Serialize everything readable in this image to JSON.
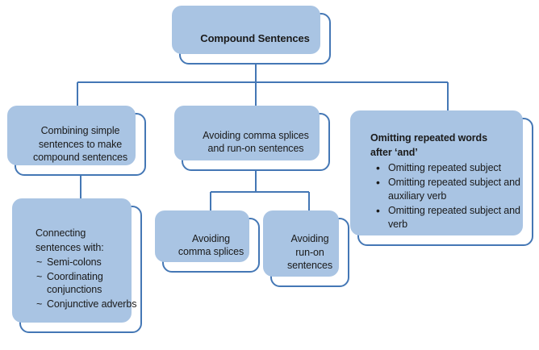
{
  "diagram": {
    "title": "Compound Sentences",
    "theme": {
      "border_color": "#4477B5",
      "shadow_color": "#A9C4E3",
      "line_color": "#4477B5",
      "background": "#FFFFFF",
      "text_color": "#1A1A1A"
    },
    "root": {
      "label": "Compound Sentences"
    },
    "branches": {
      "left": {
        "node1": {
          "line1": "Combining simple",
          "line2": "sentences to make",
          "line3": "compound sentences"
        },
        "node2": {
          "heading_line1": "Connecting",
          "heading_line2": "sentences with:",
          "bullet_marker": "~",
          "items": [
            "Semi-colons",
            "Coordinating conjunctions",
            "Conjunctive adverbs"
          ]
        }
      },
      "middle": {
        "node1": {
          "line1": "Avoiding comma splices",
          "line2": "and run-on sentences"
        },
        "node2": {
          "line1": "Avoiding",
          "line2": "comma splices"
        },
        "node3": {
          "line1": "Avoiding",
          "line2": "run-on",
          "line3": "sentences"
        }
      },
      "right": {
        "node1": {
          "heading_line1": "Omitting repeated words",
          "heading_line2": "after ‘and’",
          "bullet_marker": "•",
          "items": [
            "Omitting repeated subject",
            "Omitting repeated subject and auxiliary verb",
            "Omitting repeated subject and verb"
          ]
        }
      }
    }
  }
}
